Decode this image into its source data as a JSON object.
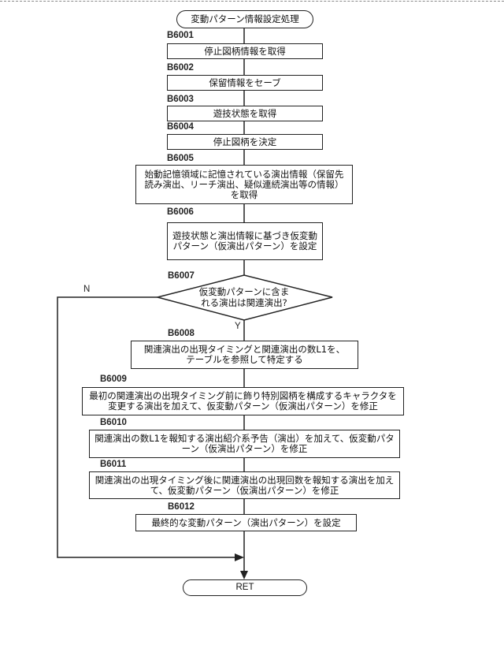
{
  "start": "変動パターン情報設定処理",
  "steps": [
    {
      "id": "B6001",
      "text": "停止図柄情報を取得"
    },
    {
      "id": "B6002",
      "text": "保留情報をセーブ"
    },
    {
      "id": "B6003",
      "text": "遊技状態を取得"
    },
    {
      "id": "B6004",
      "text": "停止図柄を決定"
    },
    {
      "id": "B6005",
      "text": "始動記憶領域に記憶されている演出情報（保留先読み演出、リーチ演出、疑似連続演出等の情報）を取得"
    },
    {
      "id": "B6006",
      "text": "遊技状態と演出情報に基づき仮変動パターン（仮演出パターン）を設定"
    },
    {
      "id": "B6007",
      "text": "仮変動パターンに含まれる演出は関連演出?"
    },
    {
      "id": "B6008",
      "text": "関連演出の出現タイミングと関連演出の数L1を、テーブルを参照して特定する"
    },
    {
      "id": "B6009",
      "text": "最初の関連演出の出現タイミング前に飾り特別図柄を構成するキャラクタを変更する演出を加えて、仮変動パターン（仮演出パターン）を修正"
    },
    {
      "id": "B6010",
      "text": "関連演出の数L1を報知する演出紹介系予告（演出）を加えて、仮変動パターン（仮演出パターン）を修正"
    },
    {
      "id": "B6011",
      "text": "関連演出の出現タイミング後に関連演出の出現回数を報知する演出を加えて、仮変動パターン（仮演出パターン）を修正"
    },
    {
      "id": "B6012",
      "text": "最終的な変動パターン（演出パターン）を設定"
    }
  ],
  "branch_no": "N",
  "branch_yes": "Y",
  "end": "RET"
}
